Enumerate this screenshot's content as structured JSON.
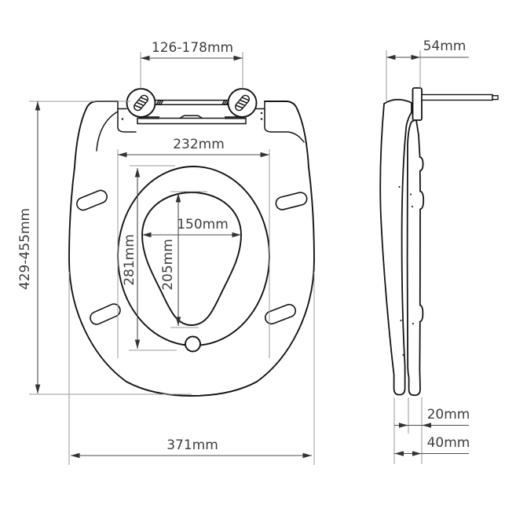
{
  "labels": {
    "hinge_spacing": "126-178mm",
    "hinge_pin_depth": "54mm",
    "inner_width": "232mm",
    "overall_length": "429-455mm",
    "hole_width": "150mm",
    "inner_length": "281mm",
    "hole_length": "205mm",
    "overall_width": "371mm",
    "seat_thickness": "20mm",
    "total_thickness": "40mm"
  },
  "colors": {
    "background": "#ffffff",
    "outline": "#141414",
    "dimension_line": "#4d4d4d",
    "extension_line": "#9a9a9a",
    "label_text": "#3d3d3d"
  }
}
